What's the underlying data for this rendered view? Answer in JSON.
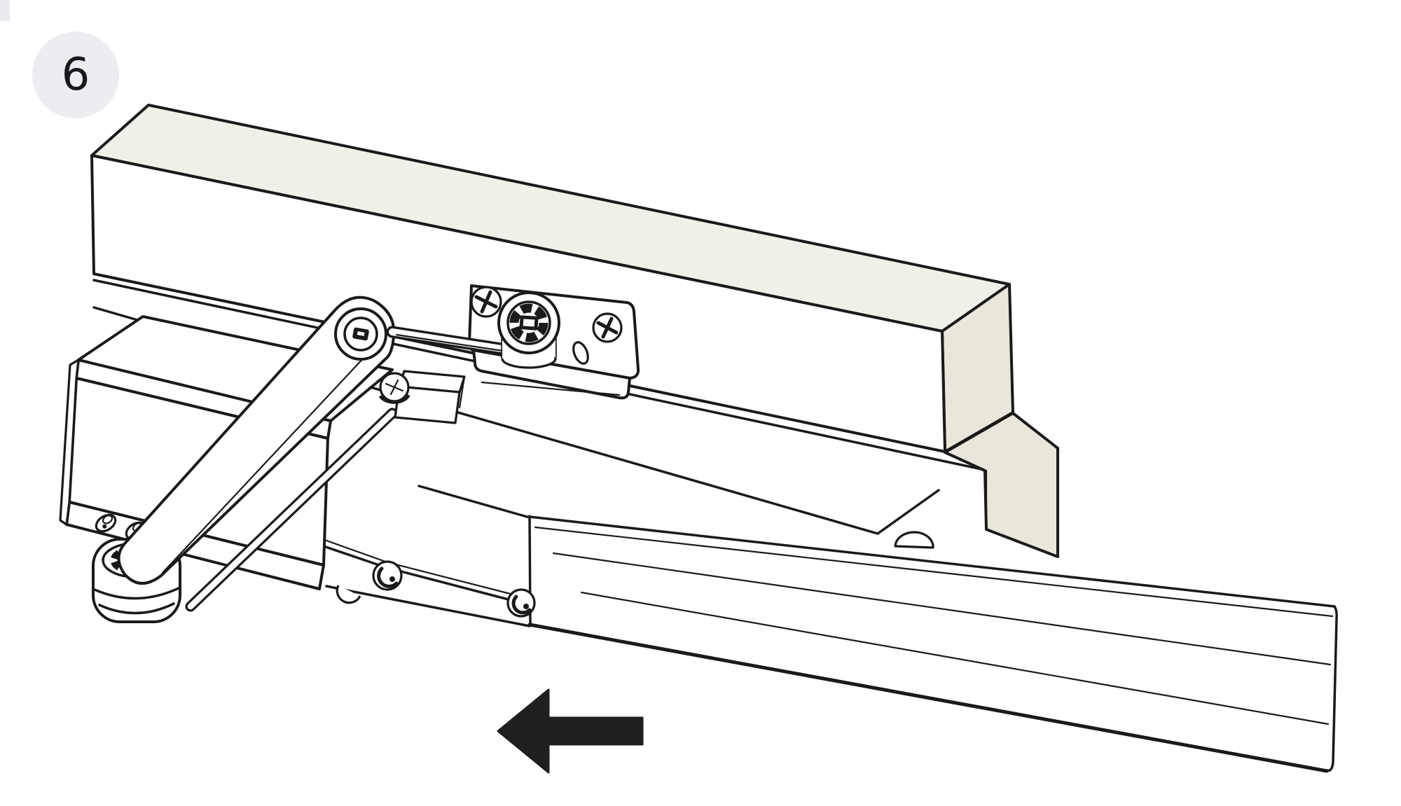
{
  "page": {
    "background_color": "#ffffff"
  },
  "step_badge": {
    "label": "6",
    "background_color": "#ecedf0",
    "text_color": "#16181d"
  },
  "illustration": {
    "subject": "door closer scissor arm mounted between door leaf and frame header bracket",
    "ink_color": "#1a1a1a",
    "wood_face_color": "#f0efe8",
    "wood_side_color": "#e9e7db",
    "metal_color": "#ffffff",
    "arrow": {
      "direction": "left",
      "color": "#1f1f1f"
    }
  }
}
